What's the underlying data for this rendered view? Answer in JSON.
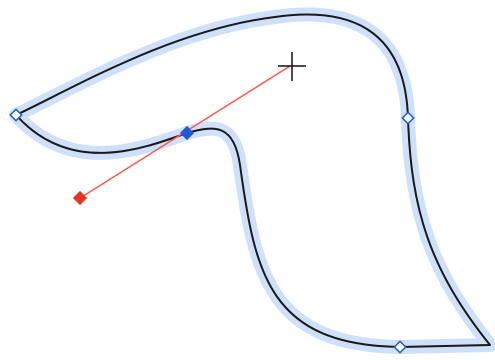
{
  "editor": {
    "tool": "bezier-path-edit",
    "cursor_icon": "crosshair-icon",
    "colors": {
      "background": "#ffffff",
      "path_stroke": "#1a1a1a",
      "selection_halo": "#cfe0fb",
      "anchor_node": "#1f5ad6",
      "anchor_fill": "#ffffff",
      "selected_anchor": "#1f5ad6",
      "handle_line": "#ff5a4a",
      "handle_node": "#e8351f",
      "cursor": "#111111"
    },
    "nodes": [
      {
        "id": "left-anchor",
        "state": "unselected"
      },
      {
        "id": "right-anchor",
        "state": "unselected"
      },
      {
        "id": "bottom-anchor",
        "state": "unselected"
      },
      {
        "id": "middle-anchor",
        "state": "selected"
      }
    ]
  }
}
